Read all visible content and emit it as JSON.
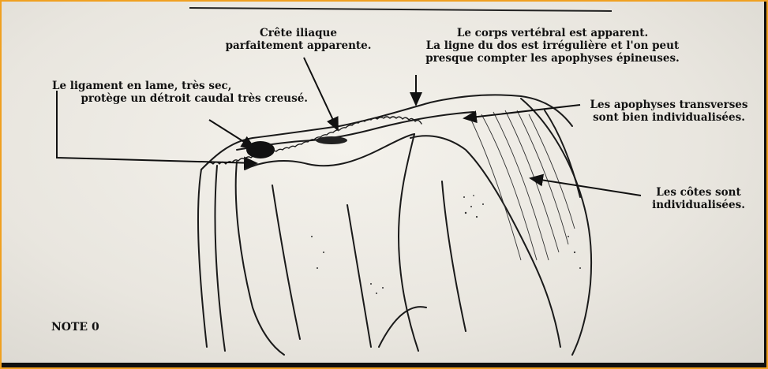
{
  "annotations": {
    "crete_line1": "Crête iliaque",
    "crete_line2": "parfaitement apparente.",
    "corps_line1": "Le corps vertébral est apparent.",
    "corps_line2": "La ligne du dos est irrégulière et l'on peut",
    "corps_line3": "presque compter les apophyses épineuses.",
    "ligament_line1": "Le ligament en lame, très sec,",
    "ligament_line2": "protège un détroit caudal très creusé.",
    "apophyses_line1": "Les apophyses transverses",
    "apophyses_line2": "sont bien individualisées.",
    "cotes_line1": "Les côtes sont",
    "cotes_line2": "individualisées."
  },
  "score_label": "NOTE 0",
  "colors": {
    "frame": "#f0a020",
    "ink": "#111111",
    "paper": "#eceae4",
    "background": "#101010"
  }
}
